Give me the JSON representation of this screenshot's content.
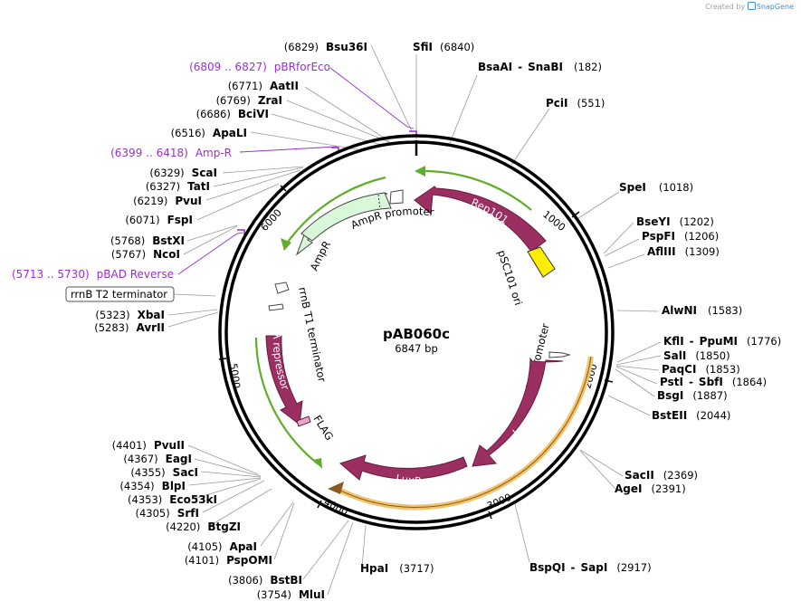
{
  "credit": {
    "prefix": "Created by",
    "brand": "SnapGene"
  },
  "plasmid": {
    "name": "pAB060c",
    "length_label": "6847 bp"
  },
  "colors": {
    "orf": "#9b2f62",
    "green_track": "#5fae2a",
    "orange_track": "#f2c46a",
    "ori": "#ffee00",
    "promoter_fill": "#d9f7d9",
    "misc": "#9a2fd0"
  },
  "ticks": [
    "1000",
    "2000",
    "3000",
    "4000",
    "5000",
    "6000"
  ],
  "features": [
    {
      "name": "Rep101",
      "kind": "orf"
    },
    {
      "name": "pSC101 ori",
      "kind": "ori"
    },
    {
      "name": "AmpR promoter",
      "kind": "promoter"
    },
    {
      "name": "AmpR",
      "kind": "cds"
    },
    {
      "name": "lac promoter",
      "kind": "promoter"
    },
    {
      "name": "LuxA",
      "kind": "orf"
    },
    {
      "name": "LuxB",
      "kind": "orf"
    },
    {
      "name": "λ repressor",
      "kind": "orf"
    },
    {
      "name": "FLAG",
      "kind": "tag"
    },
    {
      "name": "rrnB T1 terminator",
      "kind": "terminator"
    },
    {
      "name": "rrnB T2 terminator",
      "kind": "terminator"
    }
  ],
  "right_sites": [
    {
      "name": "SfiI",
      "pos": "(6840)"
    },
    {
      "name": "BsaAI",
      "name2": "SnaBI",
      "pos": "(182)"
    },
    {
      "name": "PciI",
      "pos": "(551)"
    },
    {
      "name": "SpeI",
      "pos": "(1018)"
    },
    {
      "name": "BseYI",
      "pos": "(1202)"
    },
    {
      "name": "PspFI",
      "pos": "(1206)"
    },
    {
      "name": "AflIII",
      "pos": "(1309)"
    },
    {
      "name": "AlwNI",
      "pos": "(1583)"
    },
    {
      "name": "KflI",
      "name2": "PpuMI",
      "pos": "(1776)"
    },
    {
      "name": "SalI",
      "pos": "(1850)"
    },
    {
      "name": "PaqCI",
      "pos": "(1853)"
    },
    {
      "name": "PstI",
      "name2": "SbfI",
      "pos": "(1864)"
    },
    {
      "name": "BsgI",
      "pos": "(1887)"
    },
    {
      "name": "BstEII",
      "pos": "(2044)"
    },
    {
      "name": "SacII",
      "pos": "(2369)"
    },
    {
      "name": "AgeI",
      "pos": "(2391)"
    },
    {
      "name": "BspQI",
      "name2": "SapI",
      "pos": "(2917)"
    },
    {
      "name": "HpaI",
      "pos": "(3717)"
    }
  ],
  "left_sites": [
    {
      "name": "Bsu36I",
      "pos": "(6829)"
    },
    {
      "name": "AatII",
      "pos": "(6771)"
    },
    {
      "name": "ZraI",
      "pos": "(6769)"
    },
    {
      "name": "BciVI",
      "pos": "(6686)"
    },
    {
      "name": "ApaLI",
      "pos": "(6516)"
    },
    {
      "name": "ScaI",
      "pos": "(6329)"
    },
    {
      "name": "TatI",
      "pos": "(6327)"
    },
    {
      "name": "PvuI",
      "pos": "(6219)"
    },
    {
      "name": "FspI",
      "pos": "(6071)"
    },
    {
      "name": "BstXI",
      "pos": "(5768)"
    },
    {
      "name": "NcoI",
      "pos": "(5767)"
    },
    {
      "name": "XbaI",
      "pos": "(5323)"
    },
    {
      "name": "AvrII",
      "pos": "(5283)"
    },
    {
      "name": "PvuII",
      "pos": "(4401)"
    },
    {
      "name": "EagI",
      "pos": "(4367)"
    },
    {
      "name": "SacI",
      "pos": "(4355)"
    },
    {
      "name": "BlpI",
      "pos": "(4354)"
    },
    {
      "name": "Eco53kI",
      "pos": "(4353)"
    },
    {
      "name": "SrfI",
      "pos": "(4305)"
    },
    {
      "name": "BtgZI",
      "pos": "(4220)"
    },
    {
      "name": "ApaI",
      "pos": "(4105)"
    },
    {
      "name": "PspOMI",
      "pos": "(4101)"
    },
    {
      "name": "BstBI",
      "pos": "(3806)"
    },
    {
      "name": "MluI",
      "pos": "(3754)"
    }
  ],
  "primer_labels": [
    {
      "range": "(6809 .. 6827)",
      "name": "pBRforEco"
    },
    {
      "range": "(6399 .. 6418)",
      "name": "Amp-R"
    },
    {
      "range": "(5713 .. 5730)",
      "name": "pBAD Reverse"
    }
  ]
}
